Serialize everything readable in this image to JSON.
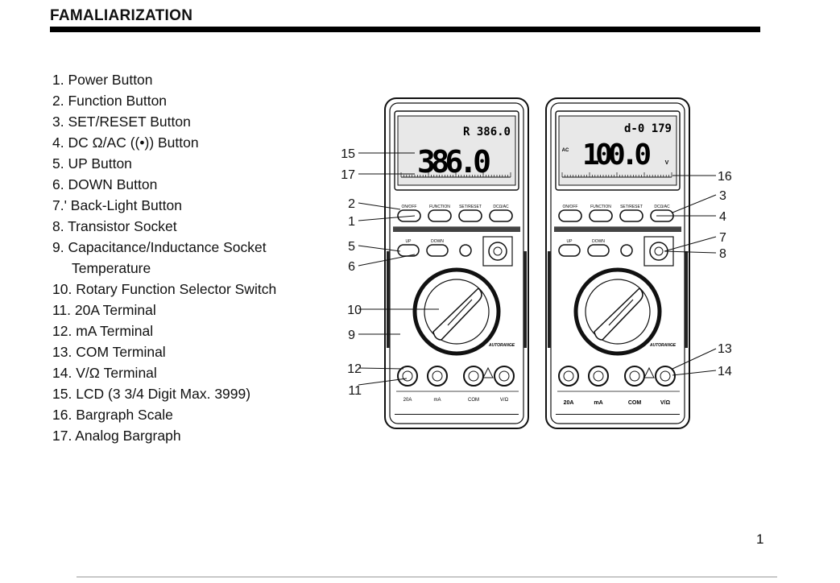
{
  "heading": "FAMALIARIZATION",
  "items": [
    {
      "label": "1. Power Button"
    },
    {
      "label": "2. Function Button"
    },
    {
      "label": "3. SET/RESET Button"
    },
    {
      "label": "4. DC Ω/AC ((•)) Button"
    },
    {
      "label": "5. UP Button"
    },
    {
      "label": "6. DOWN Button"
    },
    {
      "label": "7.' Back-Light Button"
    },
    {
      "label": "8. Transistor Socket"
    },
    {
      "label": "9. Capacitance/Inductance Socket",
      "sub": "Temperature"
    },
    {
      "label": "10. Rotary Function Selector Switch"
    },
    {
      "label": "11. 20A Terminal"
    },
    {
      "label": "12. mA Terminal"
    },
    {
      "label": "13. COM Terminal"
    },
    {
      "label": "14. V/Ω Terminal"
    },
    {
      "label": "15. LCD (3 3/4 Digit Max. 3999)"
    },
    {
      "label": "16. Bargraph Scale"
    },
    {
      "label": "17. Analog Bargraph"
    }
  ],
  "figure": {
    "callouts": [
      "15",
      "17",
      "2",
      "1",
      "5",
      "6",
      "10",
      "9",
      "12",
      "11",
      "16",
      "3",
      "4",
      "7",
      "8",
      "13",
      "14"
    ],
    "left_meter": {
      "lcd_main": "386.0",
      "lcd_small": "R 386.0",
      "buttons": [
        "ON/OFF",
        "FUNCTION",
        "SET/RESET",
        "DCΩ/AC"
      ],
      "nav_buttons": [
        "UP",
        "DOWN"
      ],
      "terminals": [
        "20A",
        "mA",
        "COM",
        "V/Ω"
      ],
      "brand": "AUTORANGE"
    },
    "right_meter": {
      "lcd_main": "100.0",
      "lcd_small": "d-0 179",
      "lcd_mode": "AC",
      "lcd_unit": "V",
      "buttons": [
        "ON/OFF",
        "FUNCTION",
        "SET/RESET",
        "DCΩ/AC"
      ],
      "nav_buttons": [
        "UP",
        "DOWN"
      ],
      "terminals": [
        "20A",
        "mA",
        "COM",
        "V/Ω"
      ],
      "brand": "AUTORANGE"
    }
  },
  "page_number": "1"
}
